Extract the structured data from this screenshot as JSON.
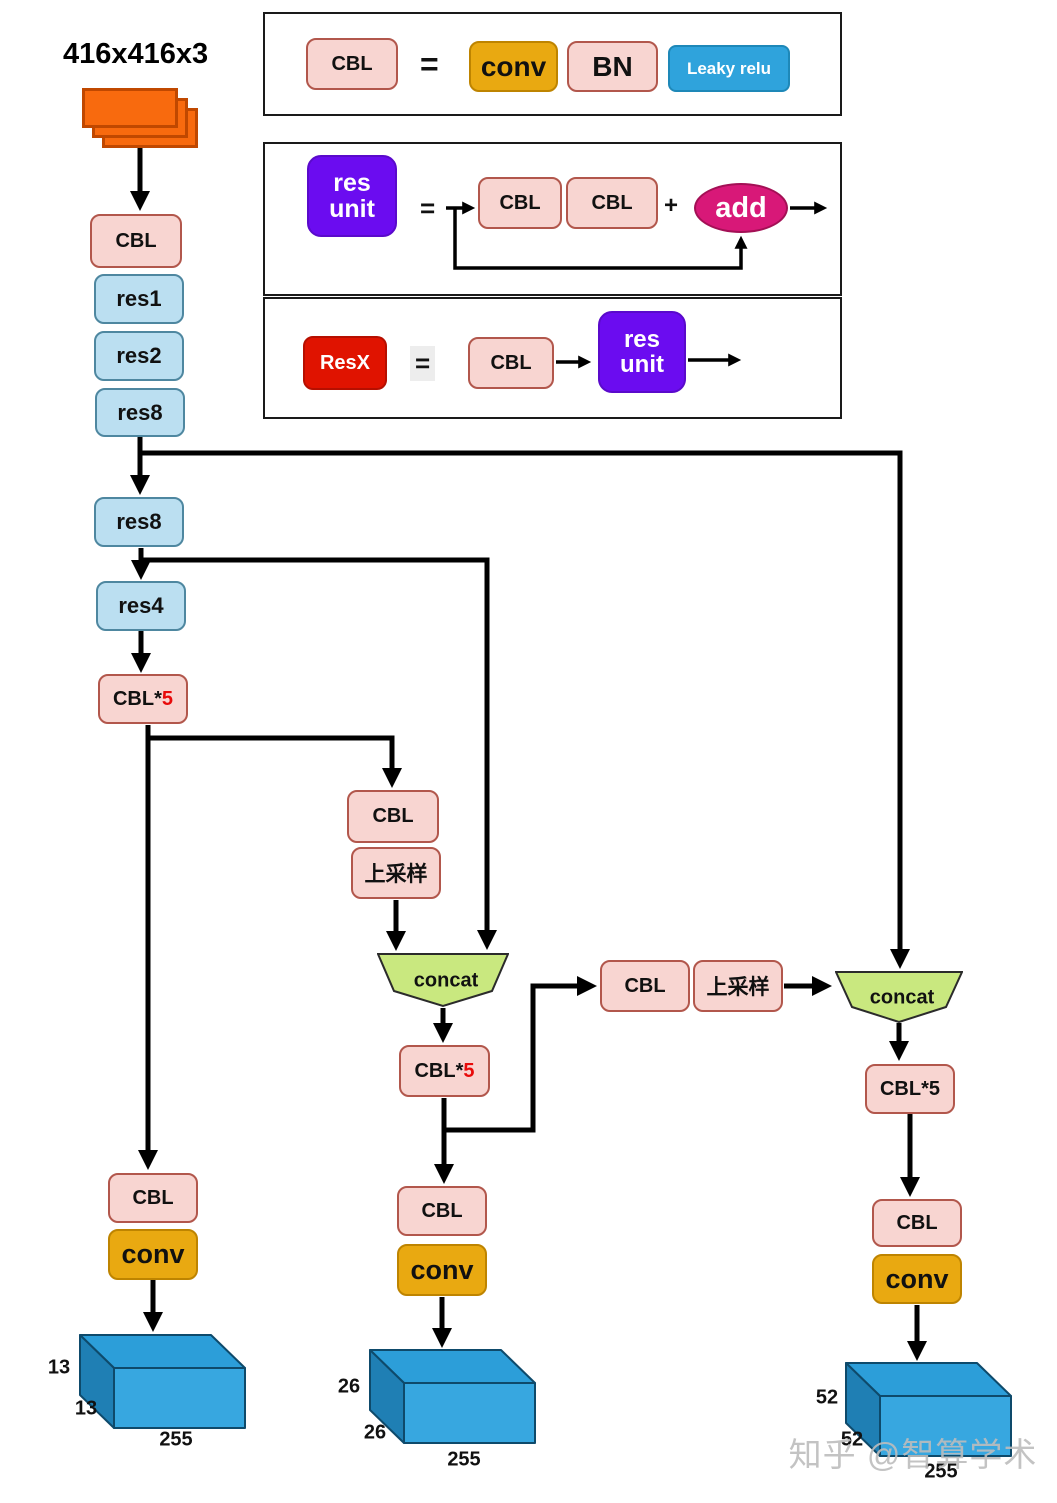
{
  "title": "416x416x3",
  "watermark": "知乎 @智算学术",
  "legend": {
    "cbl": {
      "lhs": "CBL",
      "eq": "=",
      "conv": "conv",
      "bn": "BN",
      "leaky": "Leaky relu"
    },
    "res_unit": {
      "line1": "res",
      "line2": "unit",
      "eq": "=",
      "cbl1": "CBL",
      "cbl2": "CBL",
      "plus": "+",
      "add": "add"
    },
    "resx": {
      "lhs": "ResX",
      "eq": "=",
      "cbl": "CBL",
      "res_line1": "res",
      "res_line2": "unit"
    }
  },
  "backbone": {
    "cbl": "CBL",
    "res1": "res1",
    "res2": "res2",
    "res8_1": "res8",
    "res8_2": "res8",
    "res4": "res4",
    "cbl5_prefix": "CBL*",
    "cbl5_times": "5"
  },
  "mid": {
    "cbl_up": "CBL",
    "upsample": "上采样",
    "concat": "concat",
    "cbl5_prefix": "CBL*",
    "cbl5_times": "5",
    "cbl": "CBL",
    "conv": "conv"
  },
  "right": {
    "cbl_up": "CBL",
    "upsample": "上采样",
    "concat": "concat",
    "cbl5": "CBL*5",
    "cbl": "CBL",
    "conv": "conv"
  },
  "left_head": {
    "cbl": "CBL",
    "conv": "conv"
  },
  "outputs": {
    "o13": {
      "h": "13",
      "w": "13",
      "c": "255"
    },
    "o26": {
      "h": "26",
      "w": "26",
      "c": "255"
    },
    "o52": {
      "h": "52",
      "w": "52",
      "c": "255"
    }
  },
  "colors": {
    "cbl_fill": "#F8D5D1",
    "cbl_border": "#B2574C",
    "res_fill": "#BBDFF1",
    "res_border": "#4E87A0",
    "conv_gold": "#E9A911",
    "purple": "#6B0CF0",
    "resx_red": "#E01300",
    "leaky_blue": "#2FA3DC",
    "add_magenta": "#D81878",
    "concat_green": "#C9E87F",
    "output_blue_top": "#2C9ED9",
    "output_blue_front": "#37A7E0",
    "output_blue_side": "#1F7FB4",
    "input_orange": "#F86A0E",
    "times5_red": "#E80A0A"
  }
}
